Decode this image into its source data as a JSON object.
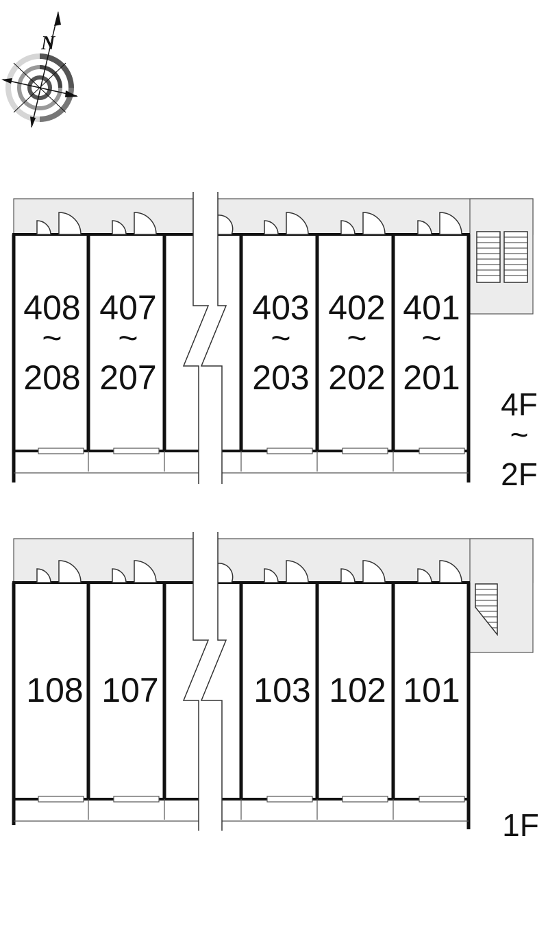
{
  "compass": {
    "north_label": "N"
  },
  "upper_floor": {
    "floor_top": "4F",
    "floor_separator": "~",
    "floor_bottom": "2F",
    "units": [
      {
        "top": "408",
        "sep": "~",
        "bottom": "208"
      },
      {
        "top": "407",
        "sep": "~",
        "bottom": "207"
      },
      {
        "top": "403",
        "sep": "~",
        "bottom": "203"
      },
      {
        "top": "402",
        "sep": "~",
        "bottom": "202"
      },
      {
        "top": "401",
        "sep": "~",
        "bottom": "201"
      }
    ]
  },
  "ground_floor": {
    "floor_label": "1F",
    "units": [
      {
        "label": "108"
      },
      {
        "label": "107"
      },
      {
        "label": "103"
      },
      {
        "label": "102"
      },
      {
        "label": "101"
      }
    ]
  },
  "colors": {
    "wall": "#111111",
    "corridor": "#ececec",
    "line": "#555555"
  }
}
